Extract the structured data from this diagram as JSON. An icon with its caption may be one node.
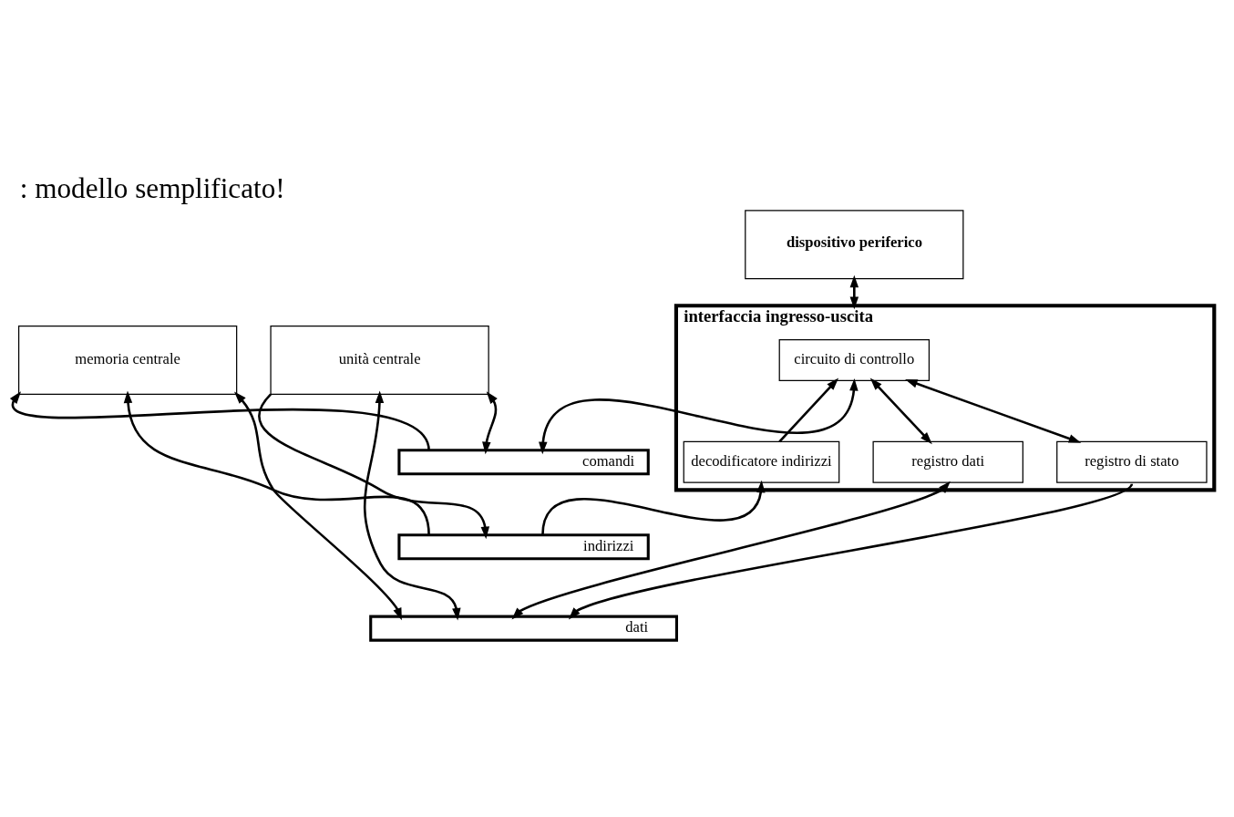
{
  "diagram": {
    "title": ": modello semplificato!",
    "nodes": [
      {
        "text": [
          "memoria centrale"
        ]
      },
      {
        "text": [
          "unità centrale"
        ]
      },
      {
        "text": [
          "dispositivo periferico"
        ]
      },
      {
        "text": [
          "interfaccia ingresso-uscita"
        ]
      },
      {
        "text": [
          "circuito di controllo"
        ],
        "in": 3
      },
      {
        "text": [
          "registro dati"
        ],
        "in": 3
      },
      {
        "text": [
          "registro di stato"
        ],
        "in": 3
      },
      {
        "text": [
          "decodificatore indirizzi"
        ],
        "in": 3
      },
      {
        "text": [
          "comandi"
        ]
      },
      {
        "text": [
          "indirizzi"
        ]
      },
      {
        "text": [
          "dati"
        ]
      }
    ],
    "edges": [
      {
        "from": 2,
        "to": 3,
        "arrow": "both"
      },
      {
        "from": 4,
        "to": 5,
        "arrow": "both"
      },
      {
        "from": 4,
        "to": 6,
        "arrow": "both"
      },
      {
        "from": 7,
        "to": 4,
        "arrow": "to"
      },
      {
        "from": 8,
        "to": 0,
        "arrow": "to"
      },
      {
        "from": 9,
        "to": 0,
        "arrow": "to"
      },
      {
        "from": 0,
        "to": 10,
        "arrow": "both"
      },
      {
        "from": 1,
        "to": 9,
        "arrow": "to"
      },
      {
        "from": 1,
        "to": 10,
        "arrow": "both"
      },
      {
        "from": 1,
        "to": 8,
        "arrow": "both"
      },
      {
        "from": 4,
        "to": 8,
        "arrow": "both"
      },
      {
        "from": 9,
        "to": 7,
        "arrow": "to"
      },
      {
        "from": 6,
        "to": 10,
        "arrow": "to"
      },
      {
        "from": 10,
        "to": 5,
        "arrow": "both"
      }
    ]
  }
}
